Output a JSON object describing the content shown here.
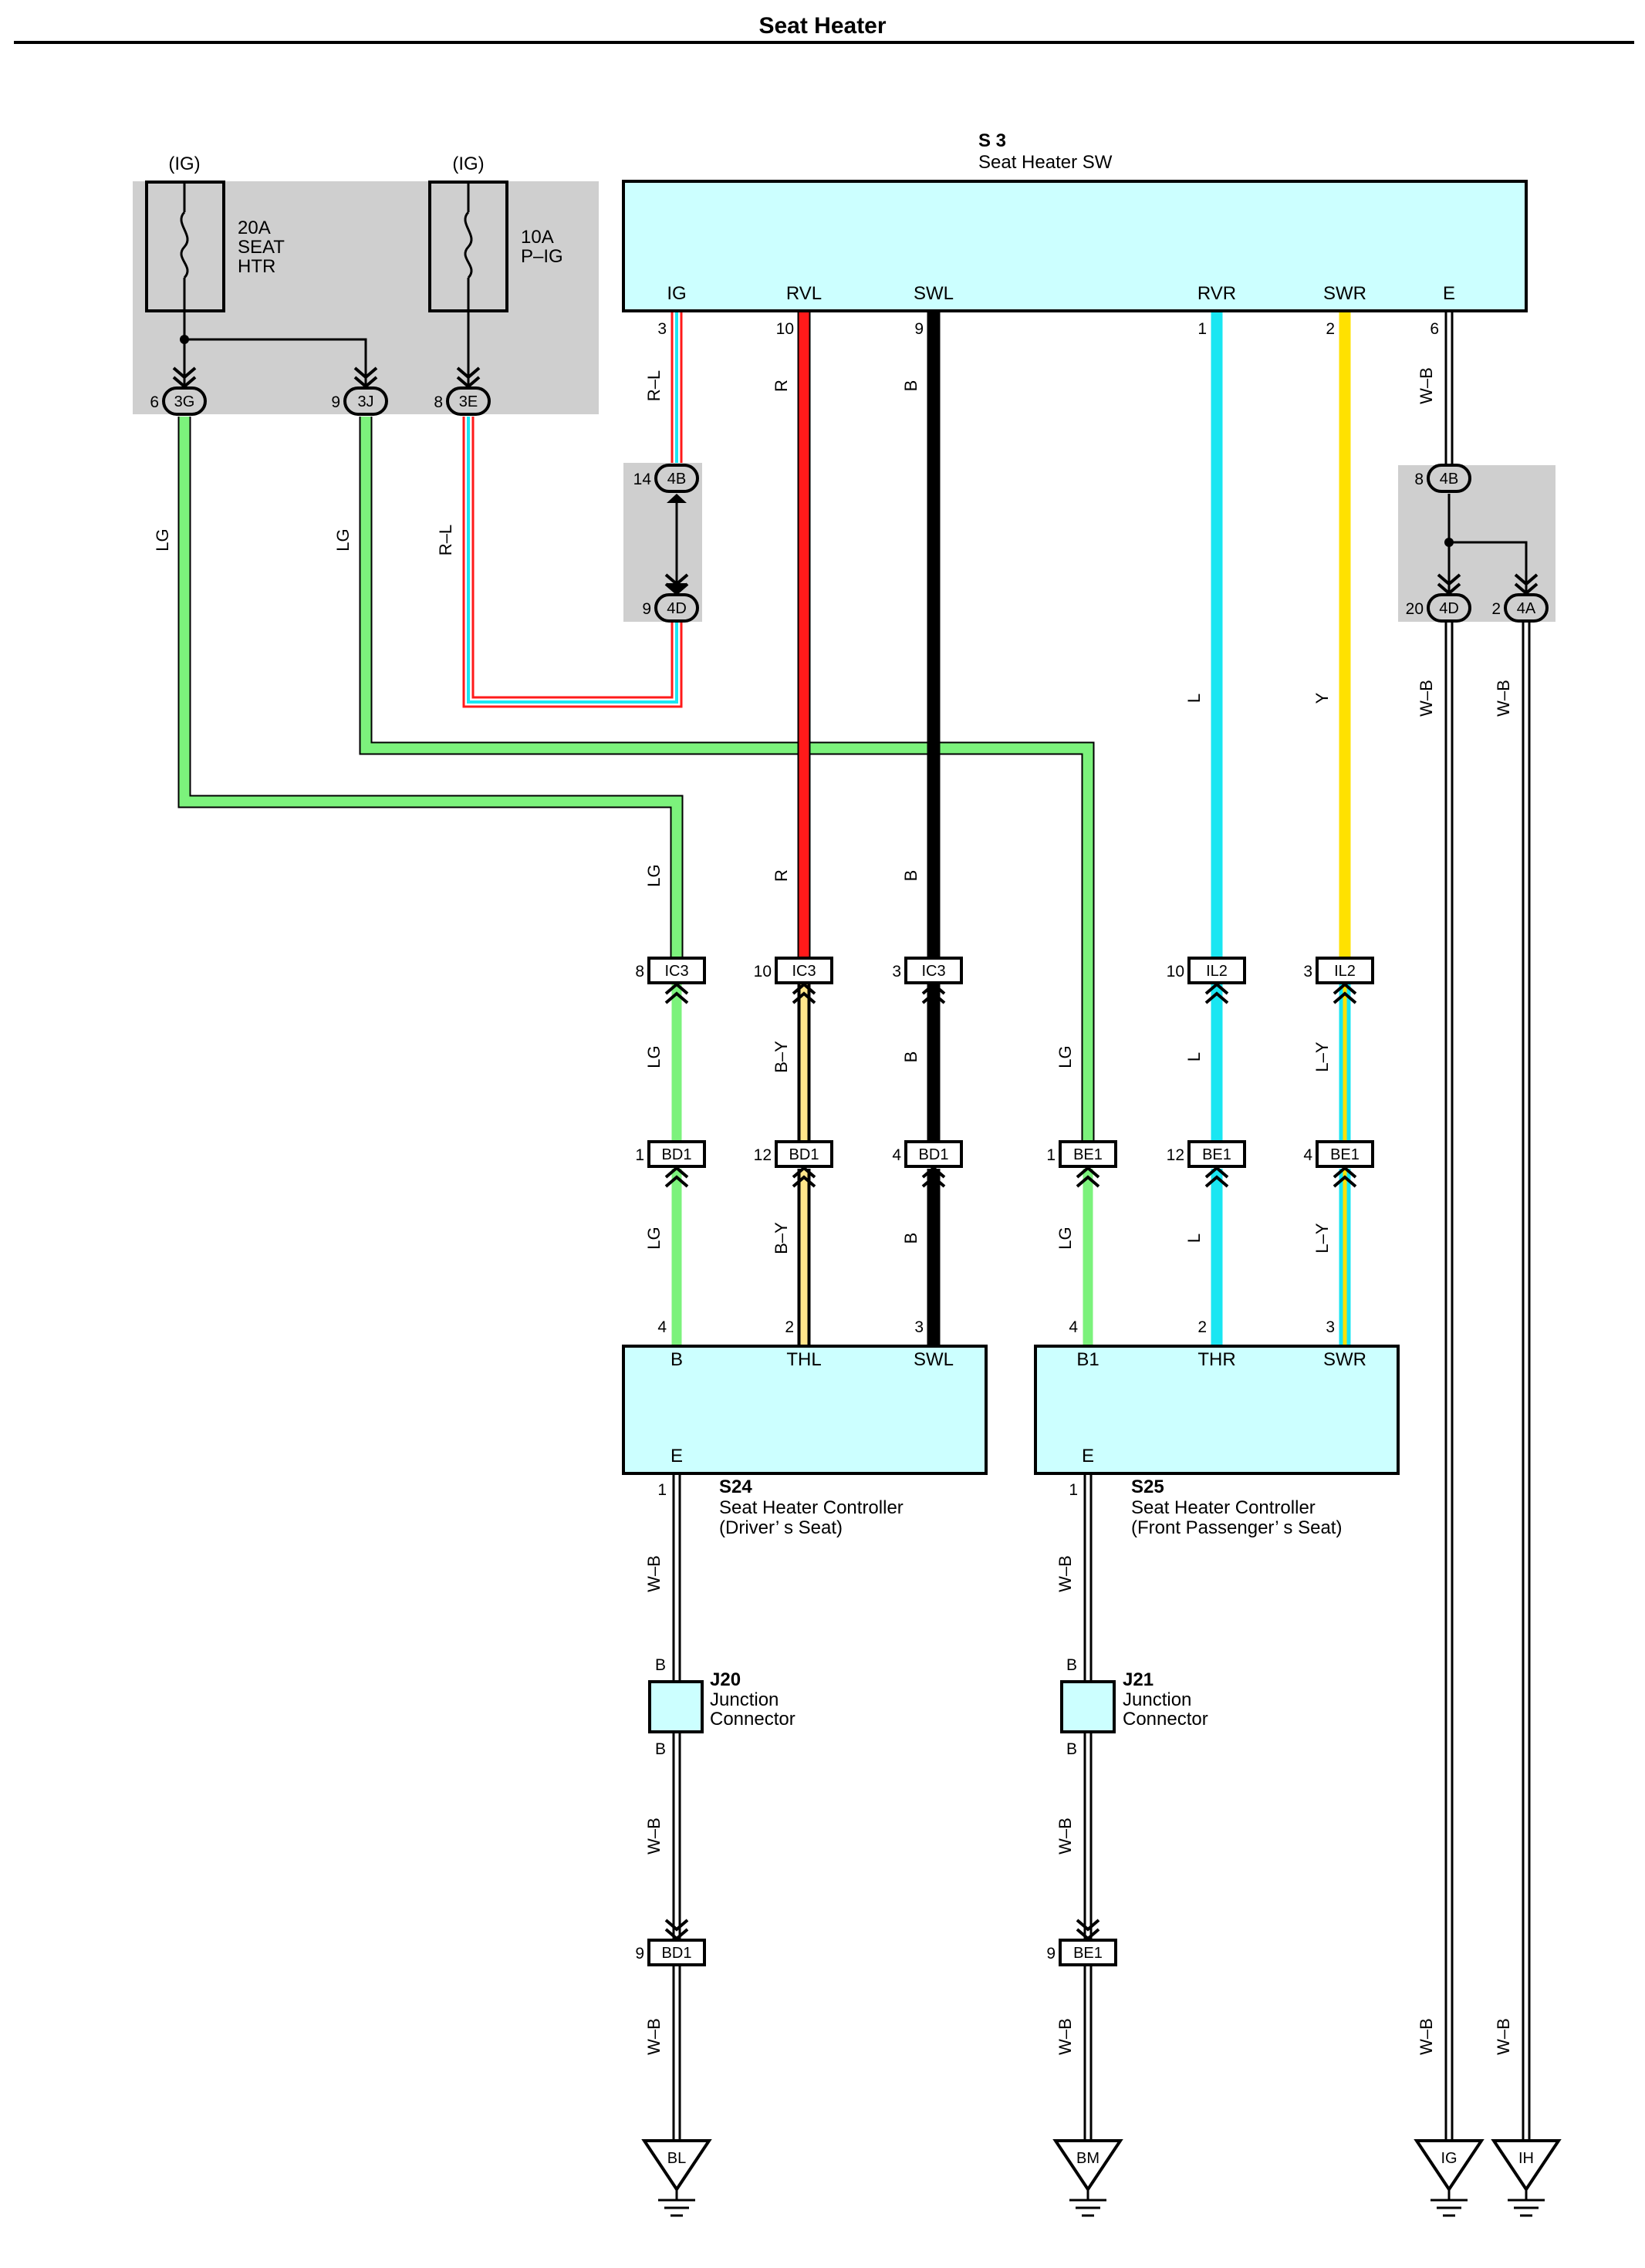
{
  "title": "Seat Heater",
  "colors": {
    "LG": "#7cf27c",
    "R": "#ff1a1a",
    "B": "#000000",
    "L": "#19e6f2",
    "Y": "#ffe100",
    "W": "#ffffff",
    "box": "#ccffff",
    "shade": "#cfcfcf"
  },
  "fuses": [
    {
      "source": "(IG)",
      "rating": "20A",
      "name_lines": [
        "SEAT",
        "HTR"
      ]
    },
    {
      "source": "(IG)",
      "rating": "10A",
      "name_lines": [
        "P–IG"
      ]
    }
  ],
  "switch": {
    "code": "S 3",
    "name": "Seat Heater SW",
    "terminals": [
      {
        "name": "IG",
        "pin": "3",
        "wire": "R–L"
      },
      {
        "name": "RVL",
        "pin": "10",
        "wire": "R"
      },
      {
        "name": "SWL",
        "pin": "9",
        "wire": "B"
      },
      {
        "name": "RVR",
        "pin": "1",
        "wire": "L"
      },
      {
        "name": "SWR",
        "pin": "2",
        "wire": "Y"
      },
      {
        "name": "E",
        "pin": "6",
        "wire": "W–B"
      }
    ]
  },
  "connectors": [
    {
      "pin": "6",
      "code": "3G"
    },
    {
      "pin": "9",
      "code": "3J"
    },
    {
      "pin": "8",
      "code": "3E"
    },
    {
      "pin": "14",
      "code": "4B"
    },
    {
      "pin": "9",
      "code": "4D"
    },
    {
      "pin": "8",
      "code": "4B"
    },
    {
      "pin": "20",
      "code": "4D"
    },
    {
      "pin": "2",
      "code": "4A"
    },
    {
      "pin": "8",
      "code": "IC3"
    },
    {
      "pin": "10",
      "code": "IC3"
    },
    {
      "pin": "3",
      "code": "IC3"
    },
    {
      "pin": "10",
      "code": "IL2"
    },
    {
      "pin": "3",
      "code": "IL2"
    },
    {
      "pin": "1",
      "code": "BD1"
    },
    {
      "pin": "12",
      "code": "BD1"
    },
    {
      "pin": "4",
      "code": "BD1"
    },
    {
      "pin": "1",
      "code": "BE1"
    },
    {
      "pin": "12",
      "code": "BE1"
    },
    {
      "pin": "4",
      "code": "BE1"
    },
    {
      "pin": "9",
      "code": "BD1"
    },
    {
      "pin": "9",
      "code": "BE1"
    }
  ],
  "wire_labels": [
    "LG",
    "LG",
    "R–L",
    "R–L",
    "R",
    "B",
    "W–B",
    "LG",
    "R",
    "B",
    "L",
    "Y",
    "W–B",
    "W–B",
    "LG",
    "B–Y",
    "B",
    "LG",
    "L",
    "L–Y",
    "LG",
    "B–Y",
    "B",
    "LG",
    "L",
    "L–Y",
    "W–B",
    "W–B",
    "W–B",
    "W–B",
    "W–B",
    "W–B",
    "W–B",
    "W–B"
  ],
  "controllers": [
    {
      "code": "S24",
      "name": "Seat Heater Controller",
      "sub": "(Driver’ s Seat)",
      "terminals": [
        {
          "name": "B",
          "pin": "4"
        },
        {
          "name": "THL",
          "pin": "2"
        },
        {
          "name": "SWL",
          "pin": "3"
        }
      ],
      "ground": {
        "name": "E",
        "pin": "1"
      }
    },
    {
      "code": "S25",
      "name": "Seat Heater Controller",
      "sub": "(Front Passenger’ s Seat)",
      "terminals": [
        {
          "name": "B1",
          "pin": "4"
        },
        {
          "name": "THR",
          "pin": "2"
        },
        {
          "name": "SWR",
          "pin": "3"
        }
      ],
      "ground": {
        "name": "E",
        "pin": "1"
      }
    }
  ],
  "junctions": [
    {
      "code": "J20",
      "name_lines": [
        "Junction",
        "Connector"
      ],
      "pin_top": "B",
      "pin_bottom": "B"
    },
    {
      "code": "J21",
      "name_lines": [
        "Junction",
        "Connector"
      ],
      "pin_top": "B",
      "pin_bottom": "B"
    }
  ],
  "grounds": [
    "BL",
    "BM",
    "IG",
    "IH"
  ]
}
